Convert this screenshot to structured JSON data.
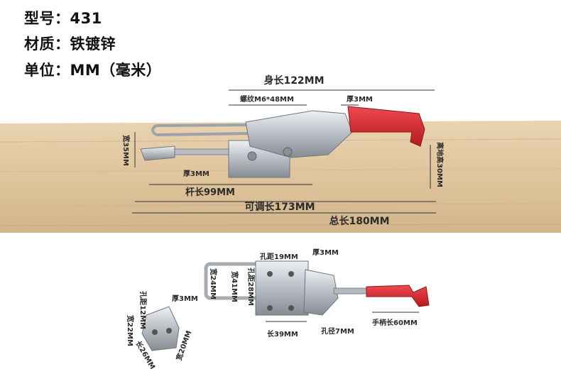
{
  "header": {
    "model": "型号：431",
    "material": "材质：铁镀锌",
    "unit": "单位：MM（毫米）"
  },
  "dimensions_main": {
    "body_length": "身长122MM",
    "thread": "螺纹M6*48MM",
    "thickness": "厚3MM",
    "width": "宽35MM",
    "height_from_ground": "离地高30MM",
    "thickness_base": "厚3MM",
    "rod_length": "杆长99MM",
    "adjustable_length": "可调长173MM",
    "total_length": "总长180MM"
  },
  "dimensions_bottom": {
    "hole_spacing_19": "孔距19MM",
    "thickness_3": "厚3MM",
    "width_24": "宽24MM",
    "width_41": "宽41MM",
    "hole_spacing_28": "孔距28MM",
    "length_39": "长39MM",
    "hole_diameter": "孔径7MM",
    "handle_length": "手柄长60MM"
  },
  "dimensions_catch": {
    "hole_spacing_12": "孔距12MM",
    "thickness_3": "厚3MM",
    "width_22": "宽22MM",
    "length_26": "长26MM",
    "width_20": "宽20MM"
  },
  "colors": {
    "wood": "#e2c9a4",
    "wood_dark": "#c9ab82",
    "metal": "#c9ccd1",
    "metal_dark": "#8a8f96",
    "handle_red": "#d8242a"
  }
}
